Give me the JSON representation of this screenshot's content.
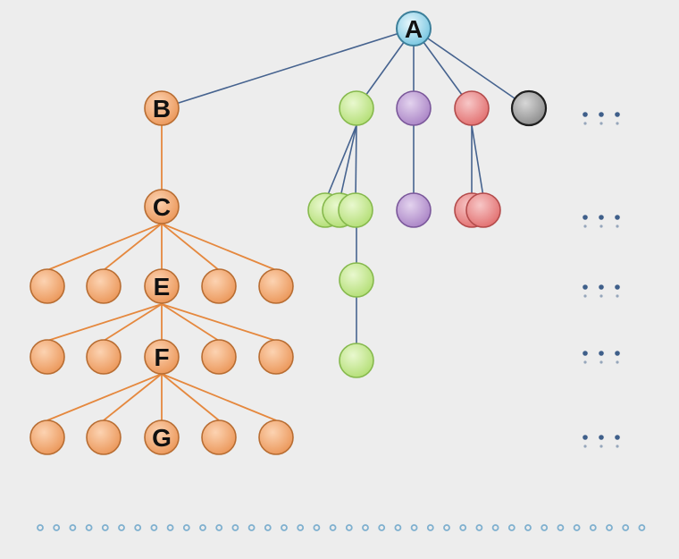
{
  "labels": {
    "a": "A",
    "b": "B",
    "c": "C",
    "e": "E",
    "f": "F",
    "g": "G"
  },
  "colors": {
    "background": "#ededed",
    "root": "#9fd8ea",
    "orange": "#f2b07e",
    "green": "#c9eb9a",
    "purple": "#c4a6d8",
    "red": "#eb9898",
    "gray": "#a6a6a6",
    "blue_edge": "#46638f",
    "orange_edge": "#e5883e",
    "ellipsis": "#3f5f8a",
    "dots": "#7fb0cf"
  },
  "icons": {
    "ellipsis": "ellipsis-icon",
    "horizon": "dotted-line"
  }
}
